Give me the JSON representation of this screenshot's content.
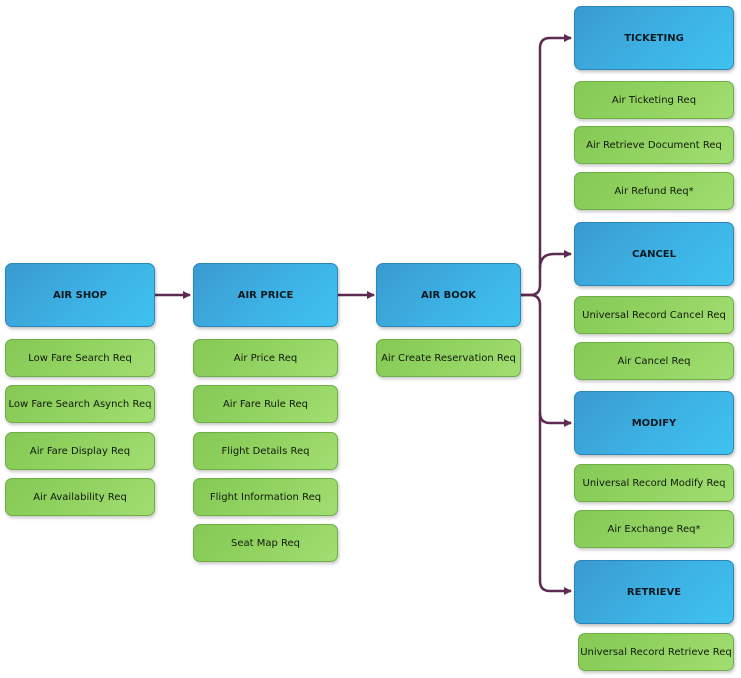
{
  "stages": {
    "air_shop": "AIR SHOP",
    "air_price": "AIR PRICE",
    "air_book": "AIR BOOK",
    "ticketing": "TICKETING",
    "cancel": "CANCEL",
    "modify": "MODIFY",
    "retrieve": "RETRIEVE"
  },
  "requests": {
    "air_shop": [
      "Low Fare Search Req",
      "Low Fare Search Asynch Req",
      "Air Fare Display Req",
      "Air Availability Req"
    ],
    "air_price": [
      "Air Price Req",
      "Air Fare Rule Req",
      "Flight Details Req",
      "Flight Information Req",
      "Seat Map Req"
    ],
    "air_book": [
      "Air Create Reservation Req"
    ],
    "ticketing": [
      "Air Ticketing Req",
      "Air Retrieve Document Req",
      "Air Refund Req*"
    ],
    "cancel": [
      "Universal Record Cancel Req",
      "Air Cancel Req"
    ],
    "modify": [
      "Universal Record Modify Req",
      "Air Exchange Req*"
    ],
    "retrieve": [
      "Universal Record Retrieve Req"
    ]
  },
  "colors": {
    "stage_fill": "#3db2e4",
    "request_fill": "#93d463",
    "connector": "#5c2a52"
  }
}
